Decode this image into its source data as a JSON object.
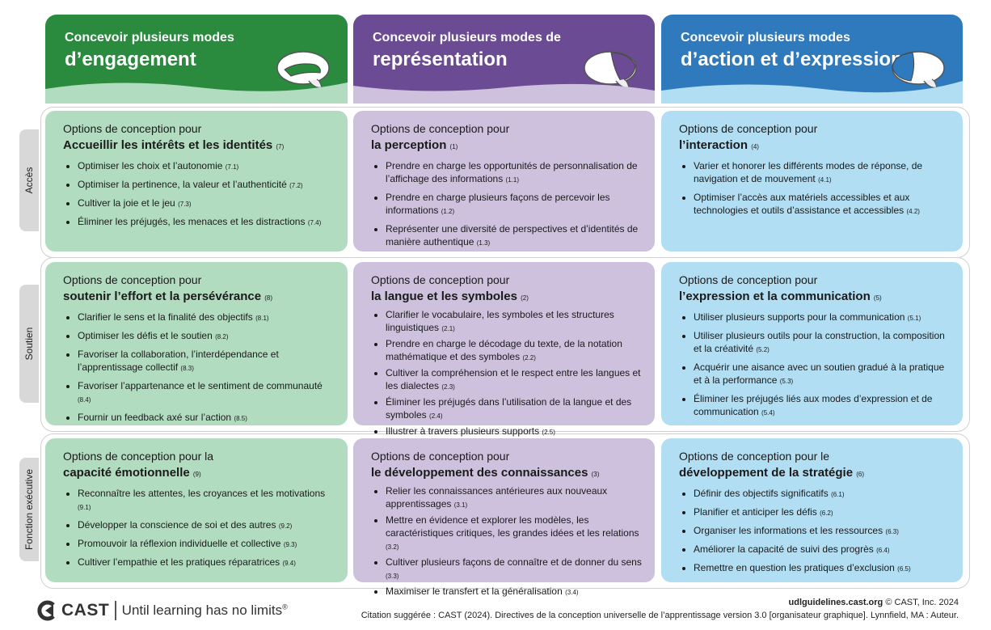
{
  "columns": [
    {
      "line1": "Concevoir plusieurs modes",
      "line2": "d’engagement",
      "color": "#2a8a3e",
      "icon": "brain-icon"
    },
    {
      "line1": "Concevoir plusieurs modes de",
      "line2": "représentation",
      "color": "#6b4b93",
      "icon": "brain-icon"
    },
    {
      "line1": "Concevoir plusieurs modes",
      "line2": "d’action et d’expression",
      "color": "#2f79bd",
      "icon": "brain-icon"
    }
  ],
  "rows": [
    {
      "label": "Accès"
    },
    {
      "label": "Soutien"
    },
    {
      "label": "Fonction exécutive"
    }
  ],
  "cards": {
    "r1c1": {
      "intro": "Options de conception pour",
      "title": "Accueillir les intérêts et les identités",
      "code": "(7)",
      "items": [
        {
          "text": "Optimiser les choix et l’autonomie",
          "code": "(7.1)"
        },
        {
          "text": "Optimiser la pertinence, la valeur et l’authenticité",
          "code": "(7.2)"
        },
        {
          "text": "Cultiver la joie et le jeu",
          "code": "(7.3)"
        },
        {
          "text": "Éliminer les préjugés, les menaces et les distractions",
          "code": "(7.4)"
        }
      ]
    },
    "r1c2": {
      "intro": "Options de conception pour",
      "title": "la perception",
      "code": "(1)",
      "items": [
        {
          "text": "Prendre en charge les opportunités de personnalisation de l’affichage des informations",
          "code": "(1.1)"
        },
        {
          "text": "Prendre en charge plusieurs façons de percevoir les informations",
          "code": "(1.2)"
        },
        {
          "text": "Représenter une diversité de perspectives et d’identités de manière authentique",
          "code": "(1.3)"
        }
      ]
    },
    "r1c3": {
      "intro": "Options de conception pour",
      "title": "l’interaction",
      "code": "(4)",
      "items": [
        {
          "text": "Varier et honorer les différents modes de réponse, de navigation et de mouvement",
          "code": "(4.1)"
        },
        {
          "text": "Optimiser l’accès aux matériels accessibles et aux technologies et outils d’assistance et accessibles",
          "code": "(4.2)"
        }
      ]
    },
    "r2c1": {
      "intro": "Options de conception pour",
      "title": "soutenir l’effort et la persévérance",
      "code": "(8)",
      "items": [
        {
          "text": "Clarifier le sens et la finalité des objectifs",
          "code": "(8.1)"
        },
        {
          "text": "Optimiser les défis et le soutien",
          "code": "(8.2)"
        },
        {
          "text": "Favoriser la collaboration, l’interdépendance et l’apprentissage collectif",
          "code": "(8.3)"
        },
        {
          "text": "Favoriser l’appartenance et le sentiment de communauté",
          "code": "(8.4)"
        },
        {
          "text": "Fournir un feedback axé sur l’action",
          "code": "(8.5)"
        }
      ]
    },
    "r2c2": {
      "intro": "Options de conception pour",
      "title": "la langue et les symboles",
      "code": "(2)",
      "items": [
        {
          "text": "Clarifier le vocabulaire, les symboles et les structures linguistiques",
          "code": "(2.1)"
        },
        {
          "text": "Prendre en charge le décodage du texte, de la notation mathématique et des symboles",
          "code": "(2.2)"
        },
        {
          "text": "Cultiver la compréhension et le respect entre les langues et les dialectes",
          "code": "(2.3)"
        },
        {
          "text": "Éliminer les préjugés dans l’utilisation de la langue et des symboles",
          "code": "(2.4)"
        },
        {
          "text": "Illustrer à travers plusieurs supports",
          "code": "(2.5)"
        }
      ]
    },
    "r2c3": {
      "intro": "Options de conception pour",
      "title": "l’expression et la communication",
      "code": "(5)",
      "items": [
        {
          "text": "Utiliser plusieurs supports pour la communication",
          "code": "(5.1)"
        },
        {
          "text": "Utiliser plusieurs outils pour la construction, la composition et la créativité",
          "code": "(5.2)"
        },
        {
          "text": "Acquérir une aisance avec un soutien gradué à la pratique et à la performance",
          "code": "(5.3)"
        },
        {
          "text": "Éliminer les préjugés liés aux modes d’expression et de communication",
          "code": "(5.4)"
        }
      ]
    },
    "r3c1": {
      "intro": "Options de conception pour la",
      "title": "capacité émotionnelle",
      "code": "(9)",
      "items": [
        {
          "text": "Reconnaître les attentes, les croyances et les motivations",
          "code": "(9.1)"
        },
        {
          "text": "Développer la conscience de soi et des autres",
          "code": "(9.2)"
        },
        {
          "text": "Promouvoir la réflexion individuelle et collective",
          "code": "(9.3)"
        },
        {
          "text": "Cultiver l’empathie et les pratiques réparatrices",
          "code": "(9.4)"
        }
      ]
    },
    "r3c2": {
      "intro": "Options de conception pour",
      "title": "le développement des connaissances",
      "code": "(3)",
      "items": [
        {
          "text": "Relier les connaissances antérieures aux nouveaux apprentissages",
          "code": "(3.1)"
        },
        {
          "text": "Mettre en évidence et explorer les modèles, les caractéristiques critiques, les grandes idées et les relations",
          "code": "(3.2)"
        },
        {
          "text": "Cultiver plusieurs façons de connaître et de donner du sens",
          "code": "(3.3)"
        },
        {
          "text": "Maximiser le transfert et la généralisation",
          "code": "(3.4)"
        }
      ]
    },
    "r3c3": {
      "intro": "Options de conception pour le",
      "title": "développement de la stratégie",
      "code": "(6)",
      "items": [
        {
          "text": "Définir des objectifs significatifs",
          "code": "(6.1)"
        },
        {
          "text": "Planifier et anticiper les défis",
          "code": "(6.2)"
        },
        {
          "text": "Organiser les informations et les ressources",
          "code": "(6.3)"
        },
        {
          "text": "Améliorer la capacité de suivi des progrès",
          "code": "(6.4)"
        },
        {
          "text": "Remettre en question les pratiques d’exclusion",
          "code": "(6.5)"
        }
      ]
    }
  },
  "footer": {
    "logo_text": "CAST",
    "tagline": "Until learning has no limits",
    "tagline_mark": "®",
    "site": "udlguidelines.cast.org",
    "copyright": "© CAST, Inc. 2024",
    "citation": "Citation suggérée : CAST (2024). Directives de la conception universelle de l’apprentissage version 3.0 [organisateur graphique]. Lynnfield, MA : Auteur."
  }
}
